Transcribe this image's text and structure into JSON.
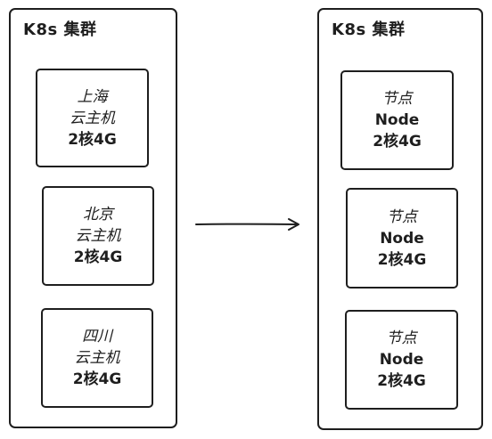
{
  "left_cluster": {
    "title": "K8s 集群",
    "boxes": [
      {
        "line1": "上海",
        "line2": "云主机",
        "line3": "2核4G"
      },
      {
        "line1": "北京",
        "line2": "云主机",
        "line3": "2核4G"
      },
      {
        "line1": "四川",
        "line2": "云主机",
        "line3": "2核4G"
      }
    ]
  },
  "right_cluster": {
    "title": "K8s 集群",
    "boxes": [
      {
        "line1": "节点",
        "line2": "Node",
        "line3": "2核4G"
      },
      {
        "line1": "节点",
        "line2": "Node",
        "line3": "2核4G"
      },
      {
        "line1": "节点",
        "line2": "Node",
        "line3": "2核4G"
      }
    ]
  },
  "colors": {
    "stroke": "#1e1e1e",
    "background": "#ffffff"
  }
}
